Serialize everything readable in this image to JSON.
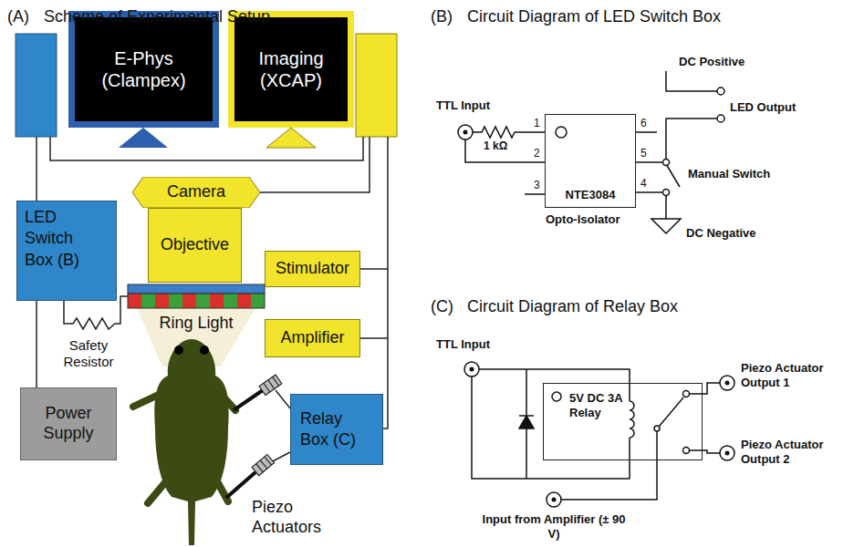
{
  "diagram": {
    "nodes": [
      {
        "text": [
          "E-Phys (Clampex)"
        ]
      },
      {
        "text": [
          "Imaging (XCAP)"
        ]
      },
      {
        "text": [
          "Camera"
        ]
      },
      {
        "text": [
          "LED Switch Box (B)"
        ]
      },
      {
        "text": [
          "Objective"
        ]
      },
      {
        "text": [
          "Ring Light"
        ]
      },
      {
        "text": [
          "Stimulator"
        ]
      },
      {
        "text": [
          "Amplifier"
        ]
      },
      {
        "text": [
          "Power Supply"
        ]
      },
      {
        "text": [
          "Relay Box (C)"
        ]
      },
      {
        "text": [
          "NTE3084",
          "Opto-Isolator"
        ]
      },
      {
        "text": [
          "5V DC 3A Relay"
        ]
      }
    ],
    "edges": [
      {
        "from": 3,
        "to": 8,
        "arrow": "none"
      },
      {
        "from": 3,
        "to": 5,
        "arrow": "none"
      }
    ],
    "labels": [
      "(A)",
      "Scheme of Experimental Setup",
      "(B)",
      "Circuit Diagram of LED Switch Box",
      "(C)",
      "Circuit Diagram of Relay Box",
      "Safety Resistor",
      "Piezo Actuators",
      "TTL Input",
      "1 kΩ",
      "1",
      "2",
      "3",
      "4",
      "5",
      "6",
      "DC Positive",
      "LED Output",
      "Manual Switch",
      "DC Negative",
      "TTL Input",
      "Piezo Actuator Output 1",
      "Piezo Actuator Output 2",
      "Input from Amplifier (± 90 V)"
    ]
  }
}
